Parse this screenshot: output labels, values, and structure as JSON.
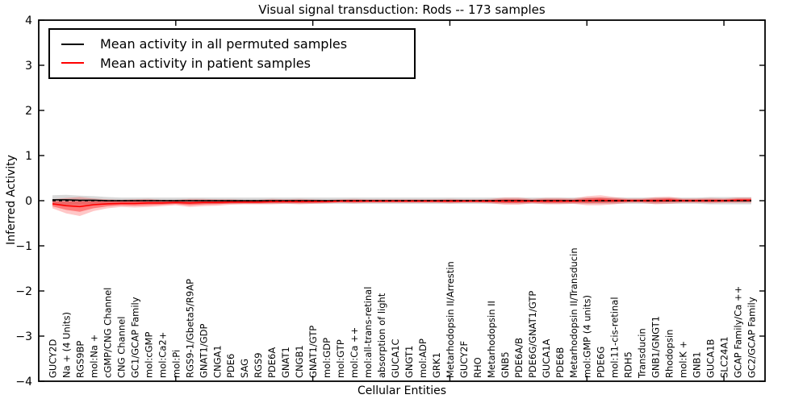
{
  "chart_data": {
    "type": "line",
    "title": "Visual signal transduction: Rods -- 173 samples",
    "xlabel": "Cellular Entities",
    "ylabel": "Inferred Activity",
    "samples": 173,
    "ylim": [
      -4,
      4
    ],
    "ytick_values": [
      4,
      3,
      2,
      1,
      0,
      -1,
      -2,
      -3,
      -4
    ],
    "ytick_labels": [
      "4",
      "3",
      "2",
      "1",
      "0",
      "−1",
      "−2",
      "−3",
      "−4"
    ],
    "xtick_values": [
      10,
      20,
      30,
      40,
      50
    ],
    "grid": false,
    "legend_position": "upper left",
    "categories": [
      "GUCY2D",
      "Na + (4 Units)",
      "RGS9BP",
      "mol:Na +",
      "cGMP/CNG Channel",
      "CNG Channel",
      "GC1/GCAP Family",
      "mol:cGMP",
      "mol:Ca2+",
      "mol:Pi",
      "RGS9-1/Gbeta5/R9AP",
      "GNAT1/GDP",
      "CNGA1",
      "PDE6",
      "SAG",
      "RGS9",
      "PDE6A",
      "GNAT1",
      "CNGB1",
      "GNAT1/GTP",
      "mol:GDP",
      "mol:GTP",
      "mol:Ca ++",
      "mol:all-trans-retinal",
      "absorption of light",
      "GUCA1C",
      "GNGT1",
      "mol:ADP",
      "GRK1",
      "Metarhodopsin II/Arrestin",
      "GUCY2F",
      "RHO",
      "Metarhodopsin II",
      "GNB5",
      "PDE6A/B",
      "PDE6G/GNAT1/GTP",
      "GUCA1A",
      "PDE6B",
      "Metarhodopsin II/Transducin",
      "mol:GMP (4 units)",
      "PDE6G",
      "mol:11-cis-retinal",
      "RDH5",
      "Transducin",
      "GNB1/GNGT1",
      "Rhodopsin",
      "mol:K +",
      "GNB1",
      "GUCA1B",
      "SLC24A1",
      "GCAP Family/Ca ++",
      "GC2/GCAP Family"
    ],
    "series": [
      {
        "name": "Mean activity in all permuted samples",
        "color": "#000000",
        "band_color": "#aaaaaa",
        "values": [
          0.02,
          0.02,
          0.01,
          0.01,
          0,
          0,
          0,
          0,
          0,
          0,
          0,
          0,
          0,
          0,
          0,
          0,
          0,
          0,
          0,
          0,
          0,
          0,
          0,
          0,
          0,
          0,
          0,
          0,
          0,
          0,
          0,
          0,
          0,
          0,
          0,
          0,
          0,
          0,
          0,
          0,
          0,
          0,
          0,
          0,
          0,
          0,
          0,
          0,
          0,
          0,
          0,
          0
        ],
        "std": [
          0.1,
          0.11,
          0.1,
          0.09,
          0.08,
          0.07,
          0.07,
          0.07,
          0.07,
          0.07,
          0.07,
          0.07,
          0.07,
          0.07,
          0.07,
          0.07,
          0.07,
          0.07,
          0.07,
          0.07,
          0.07,
          0.07,
          0.07,
          0.07,
          0.07,
          0.07,
          0.07,
          0.07,
          0.07,
          0.07,
          0.07,
          0.07,
          0.07,
          0.07,
          0.07,
          0.07,
          0.07,
          0.07,
          0.07,
          0.07,
          0.07,
          0.07,
          0.07,
          0.07,
          0.07,
          0.07,
          0.07,
          0.07,
          0.08,
          0.08,
          0.08,
          0.08
        ]
      },
      {
        "name": "Mean activity in patient samples",
        "color": "#ff0000",
        "band_color": "#ff0000",
        "values": [
          -0.07,
          -0.11,
          -0.13,
          -0.09,
          -0.07,
          -0.06,
          -0.06,
          -0.05,
          -0.05,
          -0.04,
          -0.05,
          -0.04,
          -0.04,
          -0.03,
          -0.03,
          -0.03,
          -0.02,
          -0.02,
          -0.02,
          -0.02,
          -0.02,
          -0.01,
          -0.01,
          -0.01,
          -0.01,
          -0.01,
          -0.01,
          -0.01,
          -0.01,
          -0.01,
          -0.01,
          -0.01,
          -0.01,
          -0.01,
          -0.01,
          -0.01,
          -0.01,
          -0.01,
          -0.01,
          0,
          0.01,
          0,
          0,
          0,
          0,
          0.01,
          0,
          0,
          0,
          0,
          0.01,
          0.01
        ],
        "std": [
          0.1,
          0.17,
          0.21,
          0.14,
          0.1,
          0.08,
          0.09,
          0.09,
          0.07,
          0.06,
          0.09,
          0.08,
          0.07,
          0.06,
          0.05,
          0.05,
          0.06,
          0.05,
          0.06,
          0.05,
          0.04,
          0.04,
          0.05,
          0.04,
          0.04,
          0.04,
          0.04,
          0.04,
          0.04,
          0.05,
          0.04,
          0.04,
          0.05,
          0.08,
          0.08,
          0.05,
          0.07,
          0.07,
          0.06,
          0.1,
          0.11,
          0.08,
          0.05,
          0.05,
          0.08,
          0.08,
          0.05,
          0.05,
          0.06,
          0.05,
          0.06,
          0.06
        ]
      }
    ],
    "zero_line": {
      "y": 0,
      "style": "dashed",
      "color": "#000000"
    }
  },
  "colors": {
    "background": "#ffffff",
    "frame": "#000000",
    "permuted_line": "#000000",
    "patient_line": "#ff0000",
    "patient_band": "#ff0000",
    "permuted_band": "#aaaaaa"
  }
}
